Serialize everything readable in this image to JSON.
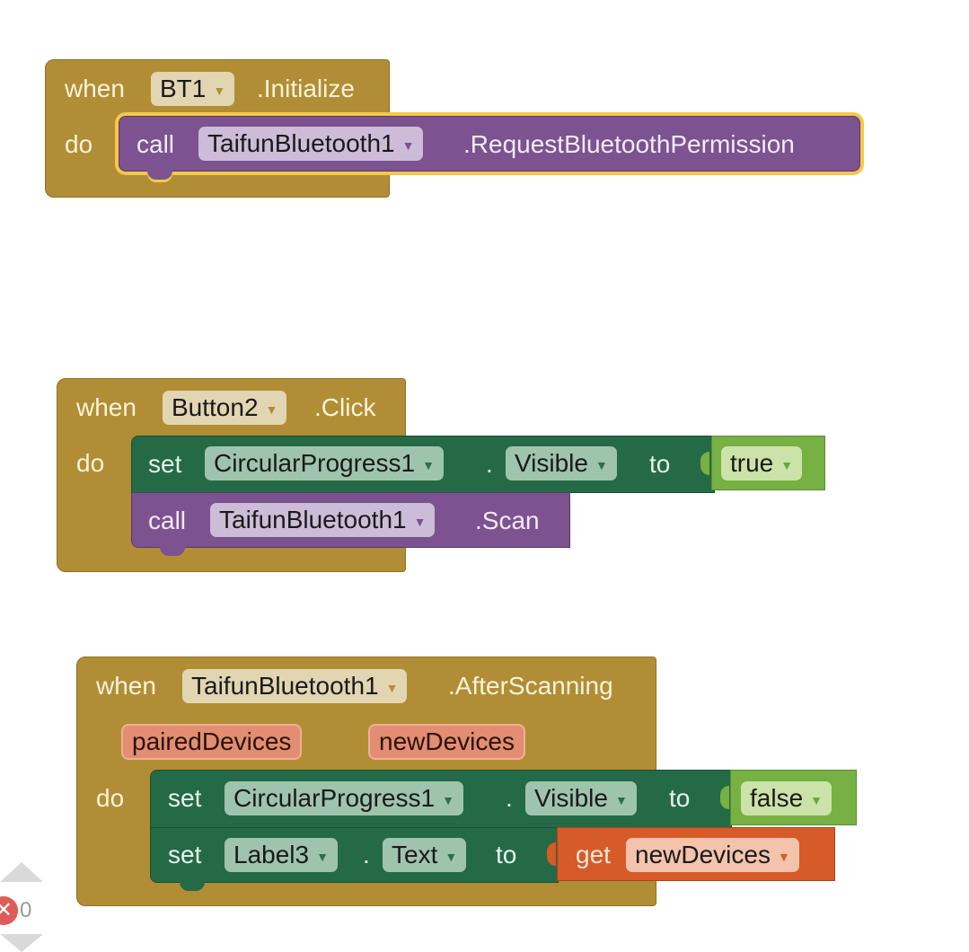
{
  "blocks": [
    {
      "event": {
        "when": "when",
        "component": "BT1",
        "event_name": ".Initialize",
        "do": "do"
      },
      "statements": [
        {
          "keyword": "call",
          "component": "TaifunBluetooth1",
          "method": ".RequestBluetoothPermission",
          "selected": true
        }
      ]
    },
    {
      "event": {
        "when": "when",
        "component": "Button2",
        "event_name": ".Click",
        "do": "do"
      },
      "statements": [
        {
          "keyword": "set",
          "component": "CircularProgress1",
          "dot": ".",
          "property": "Visible",
          "to": "to",
          "value": "true"
        },
        {
          "keyword": "call",
          "component": "TaifunBluetooth1",
          "method": ".Scan"
        }
      ]
    },
    {
      "event": {
        "when": "when",
        "component": "TaifunBluetooth1",
        "event_name": ".AfterScanning",
        "do": "do",
        "params": [
          "pairedDevices",
          "newDevices"
        ]
      },
      "statements": [
        {
          "keyword": "set",
          "component": "CircularProgress1",
          "dot": ".",
          "property": "Visible",
          "to": "to",
          "value": "false"
        },
        {
          "keyword": "set",
          "component": "Label3",
          "dot": ".",
          "property": "Text",
          "to": "to",
          "get": "get",
          "variable": "newDevices"
        }
      ]
    }
  ],
  "workspace": {
    "error_count": "0"
  },
  "colors": {
    "event": "#b18e35",
    "procedure": "#7c5290",
    "setter": "#246a46",
    "logic": "#77b043",
    "variable": "#d65b28",
    "selected": "#f4c84a"
  }
}
